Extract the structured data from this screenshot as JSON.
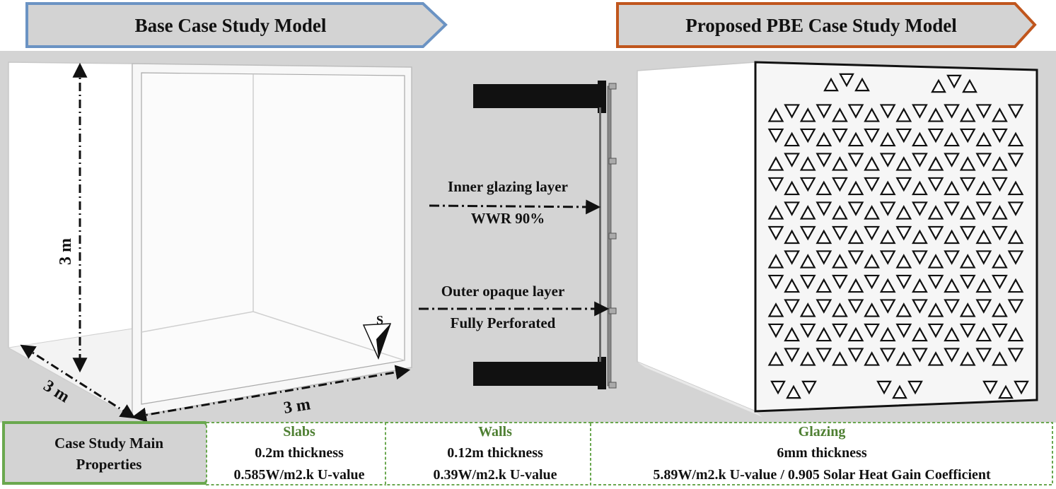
{
  "headers": {
    "left": "Base Case Study Model",
    "right": "Proposed PBE Case Study Model"
  },
  "colors": {
    "header_left_border": "#6b93c3",
    "header_right_border": "#c0561d",
    "header_fill": "#d3d3d3",
    "panel_bg": "#d4d4d4",
    "green_border": "#6aa84f",
    "green_text": "#4e7f32"
  },
  "base_model": {
    "height_label": "3 m",
    "depth_label": "3 m",
    "width_label": "3 m",
    "orientation_label": "S"
  },
  "section": {
    "inner_layer_label": "Inner glazing layer",
    "inner_layer_value": "WWR 90%",
    "outer_layer_label": "Outer opaque layer",
    "outer_layer_value": "Fully Perforated"
  },
  "properties": {
    "title_line1": "Case Study Main",
    "title_line2": "Properties",
    "items": [
      {
        "heading": "Slabs",
        "line1": "0.2m thickness",
        "line2": "0.585W/m2.k U-value"
      },
      {
        "heading": "Walls",
        "line1": "0.12m thickness",
        "line2": "0.39W/m2.k U-value"
      },
      {
        "heading": "Glazing",
        "line1": "6mm thickness",
        "line2": "5.89W/m2.k U-value / 0.905 Solar Heat Gain Coefficient"
      }
    ]
  },
  "icons": {
    "compass": "north-arrow-icon",
    "dimension": "dimension-arrow-icon",
    "perforation": "triangle-perforation-icon"
  }
}
